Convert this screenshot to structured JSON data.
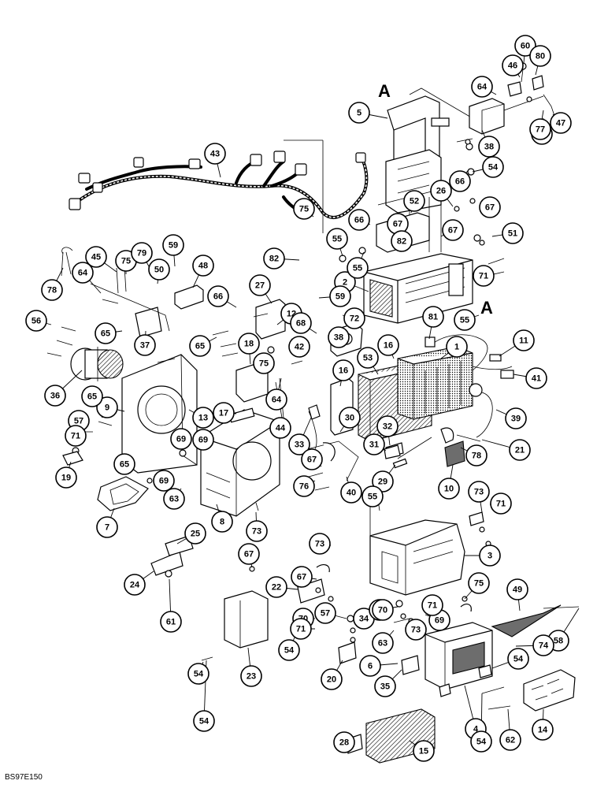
{
  "figure": {
    "code": "BS97E150",
    "reference_marks": [
      "A",
      "A"
    ]
  },
  "callouts": [
    {
      "n": "1"
    },
    {
      "n": "2"
    },
    {
      "n": "3"
    },
    {
      "n": "4"
    },
    {
      "n": "5"
    },
    {
      "n": "6"
    },
    {
      "n": "7"
    },
    {
      "n": "8"
    },
    {
      "n": "9"
    },
    {
      "n": "10"
    },
    {
      "n": "11"
    },
    {
      "n": "12"
    },
    {
      "n": "13"
    },
    {
      "n": "14"
    },
    {
      "n": "15"
    },
    {
      "n": "16"
    },
    {
      "n": "16"
    },
    {
      "n": "17"
    },
    {
      "n": "18"
    },
    {
      "n": "19"
    },
    {
      "n": "20"
    },
    {
      "n": "21"
    },
    {
      "n": "22"
    },
    {
      "n": "23"
    },
    {
      "n": "24"
    },
    {
      "n": "25"
    },
    {
      "n": "26"
    },
    {
      "n": "27"
    },
    {
      "n": "28"
    },
    {
      "n": "29"
    },
    {
      "n": "30"
    },
    {
      "n": "31"
    },
    {
      "n": "32"
    },
    {
      "n": "33"
    },
    {
      "n": "34"
    },
    {
      "n": "35"
    },
    {
      "n": "36"
    },
    {
      "n": "37"
    },
    {
      "n": "38"
    },
    {
      "n": "38"
    },
    {
      "n": "39"
    },
    {
      "n": "40"
    },
    {
      "n": "41"
    },
    {
      "n": "42"
    },
    {
      "n": "43"
    },
    {
      "n": "44"
    },
    {
      "n": "45"
    },
    {
      "n": "46"
    },
    {
      "n": "47"
    },
    {
      "n": "48"
    },
    {
      "n": "49"
    },
    {
      "n": "50"
    },
    {
      "n": "51"
    },
    {
      "n": "52"
    },
    {
      "n": "53"
    },
    {
      "n": "54"
    },
    {
      "n": "54"
    },
    {
      "n": "54"
    },
    {
      "n": "54"
    },
    {
      "n": "54"
    },
    {
      "n": "54"
    },
    {
      "n": "55"
    },
    {
      "n": "55"
    },
    {
      "n": "55"
    },
    {
      "n": "55"
    },
    {
      "n": "56"
    },
    {
      "n": "57"
    },
    {
      "n": "57"
    },
    {
      "n": "58"
    },
    {
      "n": "59"
    },
    {
      "n": "59"
    },
    {
      "n": "60"
    },
    {
      "n": "61"
    },
    {
      "n": "62"
    },
    {
      "n": "63"
    },
    {
      "n": "63"
    },
    {
      "n": "64"
    },
    {
      "n": "64"
    },
    {
      "n": "64"
    },
    {
      "n": "64"
    },
    {
      "n": "65"
    },
    {
      "n": "65"
    },
    {
      "n": "65"
    },
    {
      "n": "65"
    },
    {
      "n": "66"
    },
    {
      "n": "66"
    },
    {
      "n": "66"
    },
    {
      "n": "67"
    },
    {
      "n": "67"
    },
    {
      "n": "67"
    },
    {
      "n": "67"
    },
    {
      "n": "67"
    },
    {
      "n": "67"
    },
    {
      "n": "68"
    },
    {
      "n": "69"
    },
    {
      "n": "69"
    },
    {
      "n": "69"
    },
    {
      "n": "69"
    },
    {
      "n": "69"
    },
    {
      "n": "70"
    },
    {
      "n": "70"
    },
    {
      "n": "71"
    },
    {
      "n": "71"
    },
    {
      "n": "71"
    },
    {
      "n": "71"
    },
    {
      "n": "71"
    },
    {
      "n": "72"
    },
    {
      "n": "73"
    },
    {
      "n": "73"
    },
    {
      "n": "73"
    },
    {
      "n": "73"
    },
    {
      "n": "74"
    },
    {
      "n": "75"
    },
    {
      "n": "75"
    },
    {
      "n": "75"
    },
    {
      "n": "75"
    },
    {
      "n": "76"
    },
    {
      "n": "77"
    },
    {
      "n": "78"
    },
    {
      "n": "78"
    },
    {
      "n": "79"
    },
    {
      "n": "80"
    },
    {
      "n": "81"
    },
    {
      "n": "82"
    },
    {
      "n": "82"
    }
  ]
}
